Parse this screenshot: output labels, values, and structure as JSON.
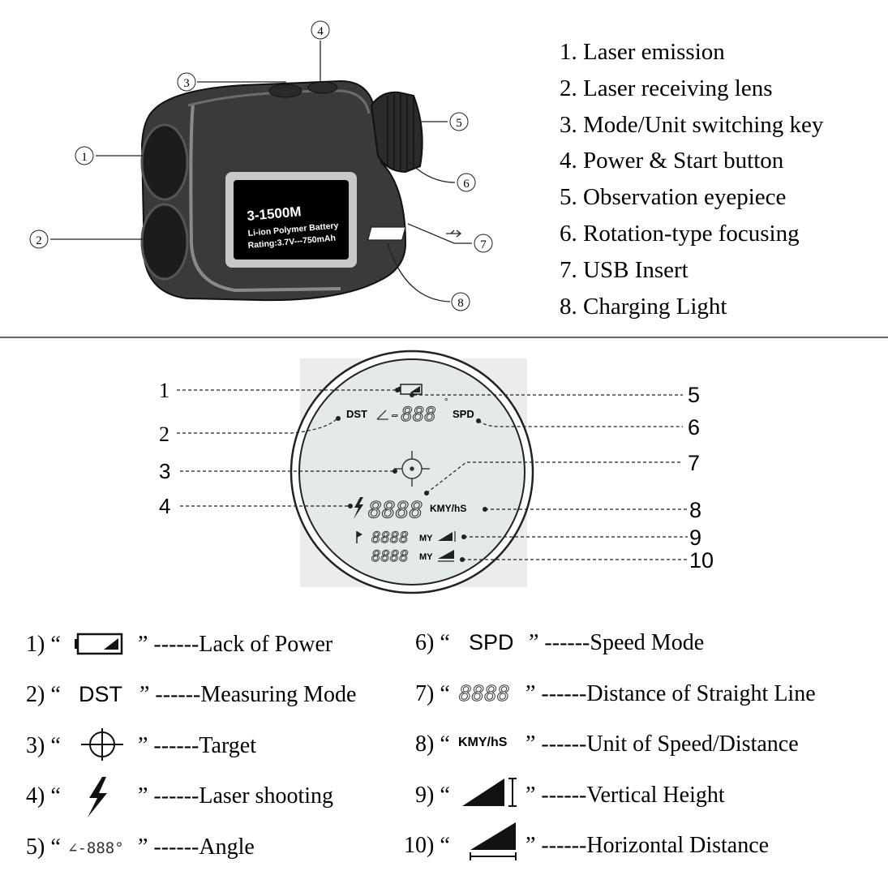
{
  "device": {
    "screen_line1": "3-1500M",
    "screen_line2": "Li-ion Polymer Battery",
    "screen_line3": "Rating:3.7V---750mAh",
    "callouts": [
      "1",
      "2",
      "3",
      "4",
      "5",
      "6",
      "7",
      "8"
    ]
  },
  "parts_list": [
    "1. Laser emission",
    "2. Laser receiving lens",
    "3. Mode/Unit switching key",
    "4. Power & Start button",
    "5. Observation eyepiece",
    "6. Rotation-type focusing",
    "7. USB Insert",
    "8. Charging Light"
  ],
  "display": {
    "dst_label": "DST",
    "spd_label": "SPD",
    "angle_digits": "-888",
    "main_digits": "8888",
    "unit_label": "KMY/hS",
    "row9_digits": "8888",
    "row10_digits": "8888",
    "my_label": "MY",
    "callouts": [
      "1",
      "2",
      "3",
      "4",
      "5",
      "6",
      "7",
      "8",
      "9",
      "10"
    ]
  },
  "legend": {
    "left": [
      {
        "prefix": "1) “",
        "symbol": "battery-icon",
        "suffix": "” ------Lack of Power"
      },
      {
        "prefix": "2) “",
        "symbol": "DST",
        "suffix": "” ------Measuring Mode"
      },
      {
        "prefix": "3) “",
        "symbol": "target-icon",
        "suffix": "” ------Target"
      },
      {
        "prefix": "4) “",
        "symbol": "lightning-icon",
        "suffix": "” ------Laser shooting"
      },
      {
        "prefix": "5) “",
        "symbol": "∠-888°",
        "suffix": "” ------Angle"
      }
    ],
    "right": [
      {
        "prefix": "6) “",
        "symbol": "SPD",
        "suffix": "” ------Speed Mode"
      },
      {
        "prefix": "7) “",
        "symbol": "8888",
        "suffix": "” ------Distance of Straight Line"
      },
      {
        "prefix": "8) “",
        "symbol": "KMY/hS",
        "suffix": "” ------Unit of Speed/Distance"
      },
      {
        "prefix": "9) “",
        "symbol": "vertical-height-icon",
        "suffix": "” ------Vertical Height"
      },
      {
        "prefix": "10) “",
        "symbol": "horizontal-distance-icon",
        "suffix": "” ------Horizontal Distance"
      }
    ]
  },
  "colors": {
    "device_body": "#3a3a3c",
    "device_dark": "#1f1f21",
    "lcd_bg": "#e4e9ea",
    "lcd_panel": "#ececec",
    "ink": "#1a1a1a"
  }
}
